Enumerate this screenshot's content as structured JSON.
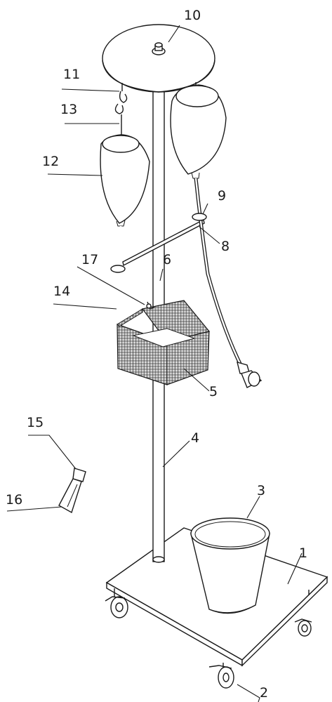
{
  "labels": {
    "l1": "1",
    "l2": "2",
    "l3": "3",
    "l4": "4",
    "l5": "5",
    "l6": "6",
    "l8": "8",
    "l9": "9",
    "l10": "10",
    "l11": "11",
    "l12": "12",
    "l13": "13",
    "l14": "14",
    "l15": "15",
    "l16": "16",
    "l17": "17"
  }
}
